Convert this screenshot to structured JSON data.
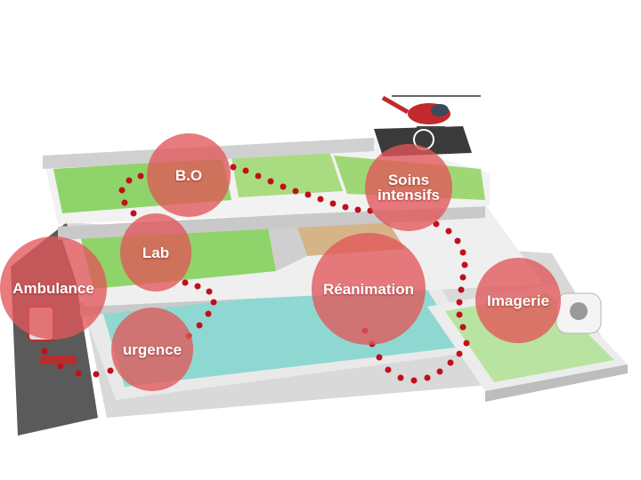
{
  "nodes": {
    "bo": {
      "label": "B.O"
    },
    "soins": {
      "label_line1": "Soins",
      "label_line2": "intensifs"
    },
    "lab": {
      "label": "Lab"
    },
    "ambulance": {
      "label": "Ambulance"
    },
    "reanimation": {
      "label": "Réanimation"
    },
    "imagerie": {
      "label": "Imagerie"
    },
    "urgence": {
      "label": "urgence"
    }
  },
  "colors": {
    "node_fill": "#e25658",
    "path_dots": "#c0101a",
    "floor_green": "#8fd46a",
    "floor_teal": "#8fd8d2",
    "wall": "#e6e6e6",
    "road": "#5a5a5a",
    "helicopter": "#c2282c"
  }
}
